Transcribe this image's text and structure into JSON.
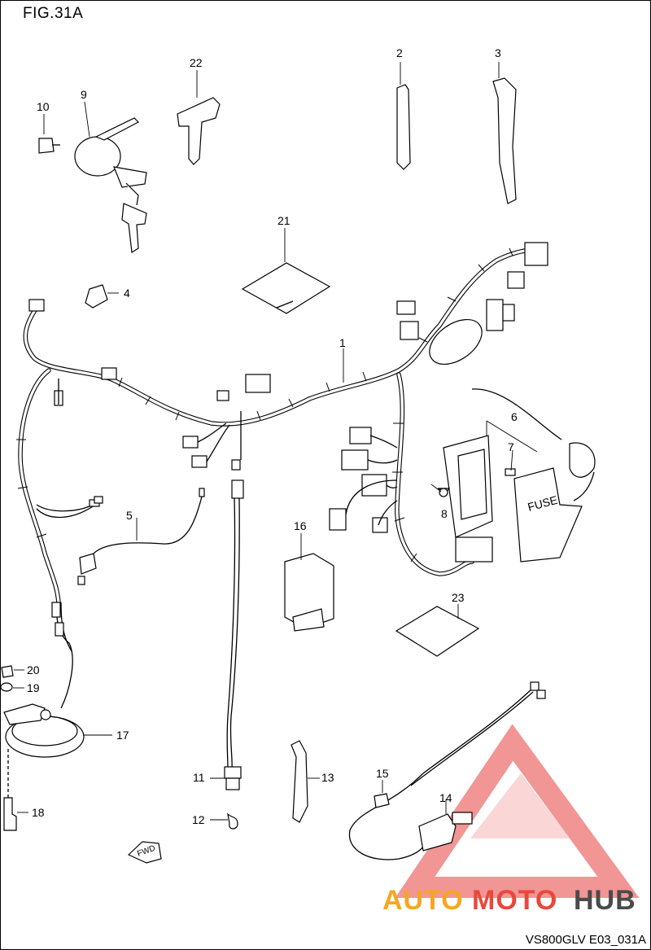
{
  "figure": {
    "title": "FIG.31A",
    "code": "VS800GLV E03_031A"
  },
  "callouts": [
    {
      "id": "1",
      "label": "1"
    },
    {
      "id": "2",
      "label": "2"
    },
    {
      "id": "3",
      "label": "3"
    },
    {
      "id": "4",
      "label": "4"
    },
    {
      "id": "5",
      "label": "5"
    },
    {
      "id": "6",
      "label": "6"
    },
    {
      "id": "7",
      "label": "7"
    },
    {
      "id": "8",
      "label": "8"
    },
    {
      "id": "9",
      "label": "9"
    },
    {
      "id": "10",
      "label": "10"
    },
    {
      "id": "11",
      "label": "11"
    },
    {
      "id": "12",
      "label": "12"
    },
    {
      "id": "13",
      "label": "13"
    },
    {
      "id": "14",
      "label": "14"
    },
    {
      "id": "15",
      "label": "15"
    },
    {
      "id": "16",
      "label": "16"
    },
    {
      "id": "17",
      "label": "17"
    },
    {
      "id": "18",
      "label": "18"
    },
    {
      "id": "19",
      "label": "19"
    },
    {
      "id": "20",
      "label": "20"
    },
    {
      "id": "21",
      "label": "21"
    },
    {
      "id": "22",
      "label": "22"
    },
    {
      "id": "23",
      "label": "23"
    }
  ],
  "fwd_arrow": {
    "label": "FWD"
  },
  "fuse_label": "FUSE",
  "watermark": {
    "part1": "AUTO",
    "part2": "MOTO",
    "part3": "HUB",
    "color_auto": "#f5a623",
    "color_moto": "#e8483b",
    "color_hub": "#4a4a4a",
    "triangle_color": "#f08a8a"
  }
}
